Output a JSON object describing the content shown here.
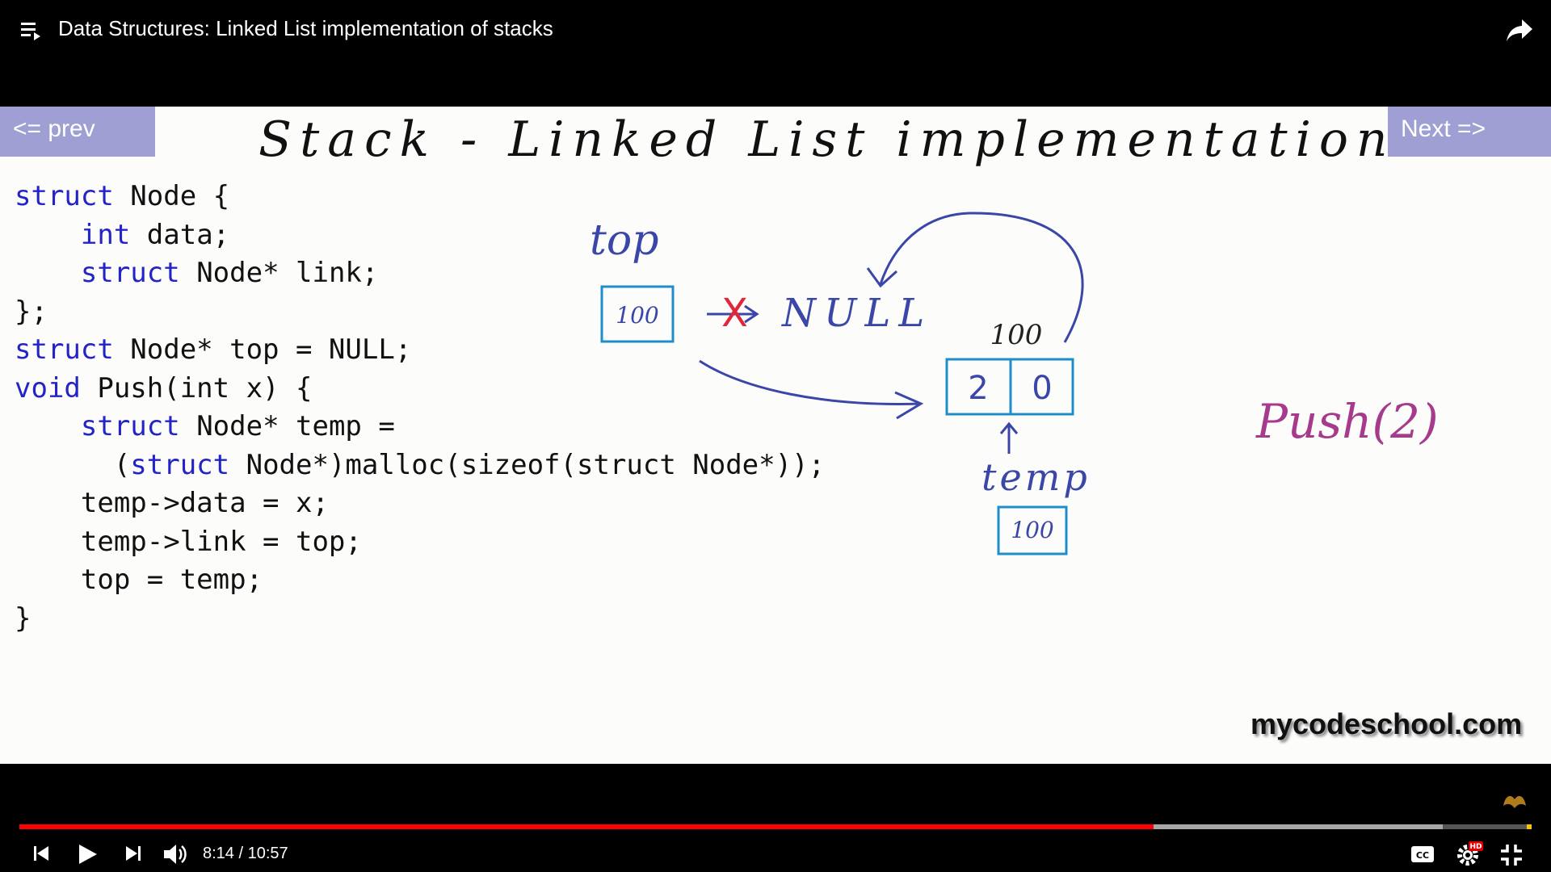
{
  "video": {
    "title": "Data Structures: Linked List implementation of stacks"
  },
  "slide": {
    "prev_label": "<= prev",
    "next_label": "Next =>",
    "title": "Stack - Linked List implementation",
    "code_lines": [
      {
        "kw": "struct",
        "rest": " Node {"
      },
      {
        "pre": "    ",
        "kw": "int",
        "rest": " data;"
      },
      {
        "pre": "    ",
        "kw": "struct",
        "rest": " Node* link;"
      },
      {
        "rest": "};"
      },
      {
        "kw": "struct",
        "rest": " Node* top = NULL;"
      },
      {
        "kw": "void",
        "rest": " Push(int x) {"
      },
      {
        "pre": "    ",
        "kw": "struct",
        "rest": " Node* temp ="
      },
      {
        "pre": "      (",
        "kw": "struct",
        "rest": " Node*)malloc(sizeof(struct Node*));"
      },
      {
        "pre": "    ",
        "rest": "temp->data = x;"
      },
      {
        "pre": "    ",
        "rest": "temp->link = top;"
      },
      {
        "pre": "    ",
        "rest": "top = temp;"
      },
      {
        "rest": "}"
      }
    ],
    "diagram": {
      "top_label": "top",
      "top_value": "100",
      "null_label": "NULL",
      "x_mark": "X",
      "node_address": "100",
      "node_data": "2",
      "node_link": "0",
      "temp_label": "temp",
      "temp_value": "100",
      "operation": "Push(2)"
    },
    "watermark": "mycodeschool.com"
  },
  "player": {
    "current_time": "8:14",
    "duration": "10:57",
    "time_display": "8:14 / 10:57",
    "played_fraction": 0.751,
    "buffered_fraction": 0.942,
    "quality_badge": "HD",
    "colors": {
      "played": "#ff0000",
      "nav_button": "#9f9fd3",
      "code_keyword": "#2323c8",
      "diagram_ink": "#3a46a8",
      "box_ink": "#1e8ec8",
      "push_ink": "#a63a8c"
    }
  }
}
